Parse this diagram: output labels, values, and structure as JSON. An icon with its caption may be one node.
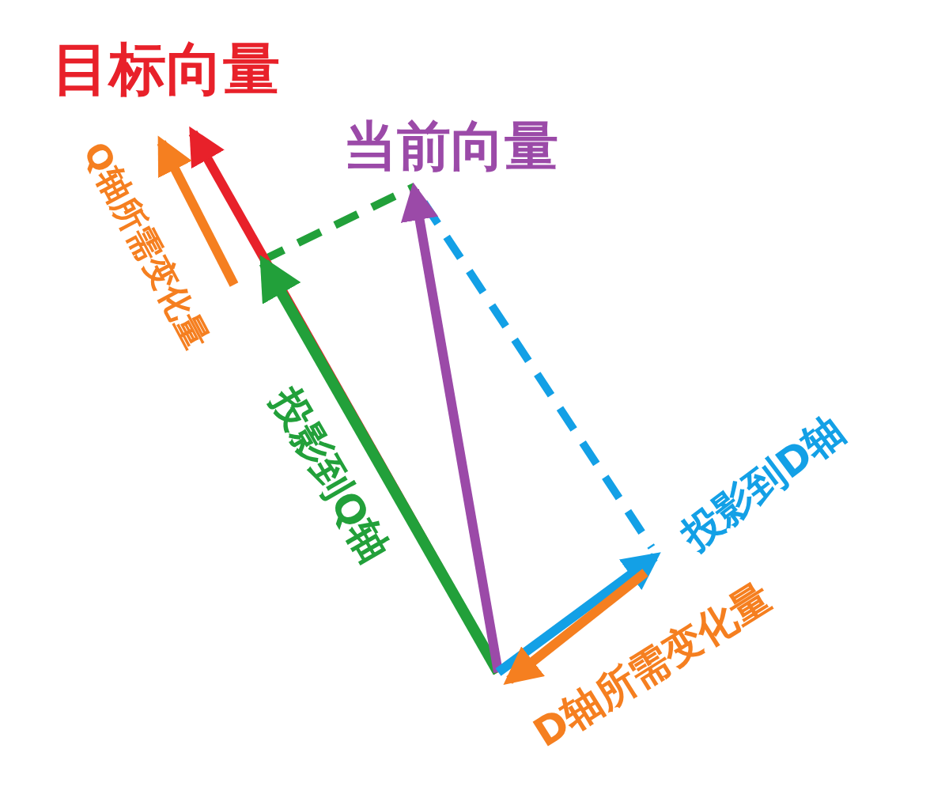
{
  "diagram": {
    "labels": [
      "目标向量",
      "当前向量",
      "Q轴所需变化量",
      "投影到Q轴",
      "投影到D轴",
      "D轴所需变化量"
    ]
  }
}
